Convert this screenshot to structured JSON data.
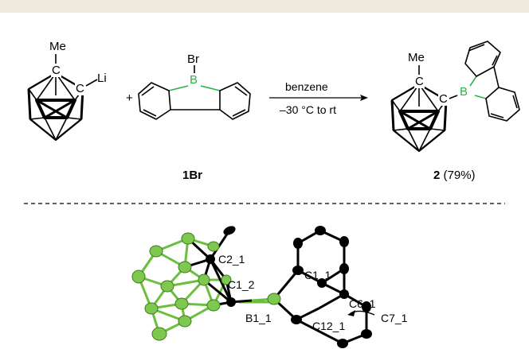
{
  "scheme": {
    "reactant1": {
      "substituent_top": "Me",
      "carbon_top": "C",
      "carbon_right": "C",
      "substituent_right": "Li"
    },
    "plus": "+",
    "reactant2": {
      "substituent": "Br",
      "boron": "B",
      "label": "1Br"
    },
    "conditions": {
      "solvent": "benzene",
      "temperature": "–30 °C to rt"
    },
    "product": {
      "substituent_top": "Me",
      "carbon_top": "C",
      "carbon_right": "C",
      "boron": "B",
      "label_number": "2",
      "label_yield": " (79%)"
    }
  },
  "crystal_structure": {
    "atom_labels": [
      "C2_1",
      "C1_2",
      "C1_1",
      "C6_1",
      "C7_1",
      "B1_1",
      "C12_1"
    ]
  },
  "colors": {
    "boron_green": "#2bb24c",
    "cage_green": "#7ec850",
    "top_band": "#efe9dd"
  }
}
